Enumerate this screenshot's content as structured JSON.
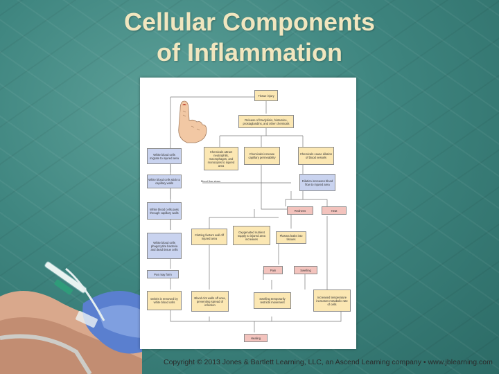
{
  "slide": {
    "title_line1": "Cellular Components",
    "title_line2": "of Inflammation",
    "copyright": "Copyright © 2013 Jones & Bartlett Learning, LLC, an Ascend Learning company • www.jblearning.com"
  },
  "colors": {
    "title": "#f1e6bf",
    "background": "#3f8680",
    "box_beige": "#fbe7b3",
    "box_blue": "#c9d3ef",
    "box_red": "#f3c3bd"
  },
  "flowchart": {
    "tissue_injury": "Tissue injury",
    "release": "Release of bradykinin, histamine, prostaglandins, and other chemicals",
    "wbc_attracted": "White blood cells migrate to injured area",
    "chemicals_attract": "Chemicals attract neutrophils, macrophages, and monocytes to injured area",
    "increase_permeability": "Chemicals increase capillary permeability",
    "cause_dilation": "Chemicals cause dilation of blood vessels",
    "wbc_stick": "White blood cells stick to capillary walls",
    "blood_flow_slows": "Blood flow slows",
    "dilation_increases": "Dilation increases blood flow to injured area",
    "wbc_pass": "White blood cells pass through capillary walls",
    "redness": "Redness",
    "heat": "Heat",
    "wbc_phagocytize": "White blood cells phagocytize bacteria and dead tissue cells",
    "clotting": "Clotting factors wall off injured area",
    "oxygenated": "Oxygenated nutrient supply to injured area increases",
    "plasma_leaks": "Plasma leaks into tissues",
    "pain": "Pain",
    "swelling": "Swelling",
    "pus": "Pus may form",
    "debris": "Debris is removed by white blood cells",
    "blood_clot": "Blood clot walls off area, preventing spread of infection",
    "swelling_temp": "Swelling temporarily restricts movement",
    "temp_increase": "Increased temperature increases metabolic rate of cells",
    "healing": "Healing"
  },
  "icons": {
    "finger": "injured-finger-icon",
    "photo": "iv-hand-photo"
  }
}
